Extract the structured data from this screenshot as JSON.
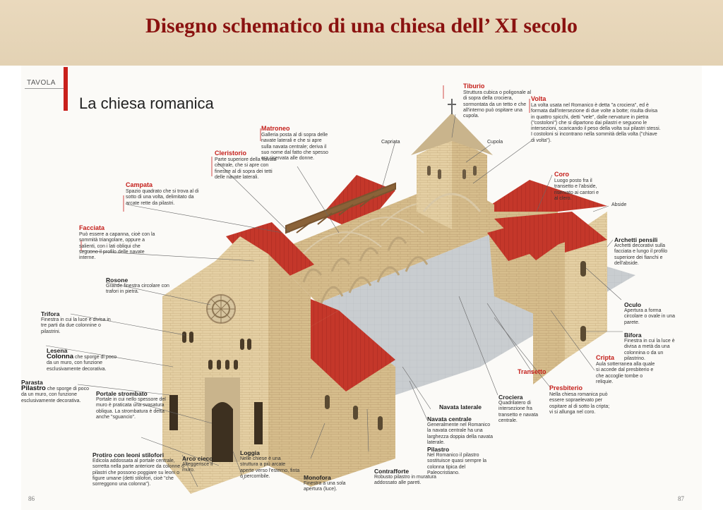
{
  "banner": {
    "title": "Disegno schematico di una chiesa dell’ XI secolo"
  },
  "plate": {
    "tavola": "TAVOLA",
    "title": "La chiesa romanica",
    "page_left": "86",
    "page_right": "87"
  },
  "labels": {
    "tiburio": {
      "title": "Tiburio",
      "text": "Struttura cubica o poligonale al di sopra della crociera, sormontata da un tetto e che all'interno può ospitare una cupola."
    },
    "volta": {
      "title": "Volta",
      "text": "La volta usata nel Romanico è detta \"a crociera\", ed è formata dall'intersezione di due volte a botte; risulta divisa in quattro spicchi, detti \"vele\", dalle nervature in pietra (\"costoloni\") che si dipartono dai pilastri e seguono le intersezioni, scaricando il peso della volta sui pilastri stessi. I costoloni si incontrano nella sommità della volta (\"chiave di volta\")."
    },
    "matroneo": {
      "title": "Matroneo",
      "text": "Galleria posta al di sopra delle navate laterali e che si apre sulla navata centrale; deriva il suo nome dal fatto che spesso era riservata alle donne."
    },
    "capriata": {
      "title": "Capriata"
    },
    "cupola": {
      "title": "Cupola"
    },
    "cleristorio": {
      "title": "Cleristorio",
      "text": "Parte superiore della navata centrale, che si apre con finestre al di sopra dei tetti delle navate laterali."
    },
    "campata": {
      "title": "Campata",
      "text": "Spazio quadrato che si trova al di sotto di una volta, delimitato da arcate rette da pilastri."
    },
    "coro": {
      "title": "Coro",
      "text": "Luogo posto fra il transetto e l'abside, riservato ai cantori e al clero."
    },
    "abside": {
      "title": "Abside"
    },
    "facciata": {
      "title": "Facciata",
      "text": "Può essere a capanna, cioè con la sommità triangolare, oppure a salienti, con i lati obliqui che seguono il profilo delle navate interne."
    },
    "archetti": {
      "title": "Archetti pensili",
      "text": "Archetti decorativi sulla facciata e lungo il profilo superiore dei fianchi e dell'abside."
    },
    "rosone": {
      "title": "Rosone",
      "text": "Grande finestra circolare con trafori in pietra."
    },
    "oculo": {
      "title": "Oculo",
      "text": "Apertura a forma circolare o ovale in una parete."
    },
    "trifora": {
      "title": "Trifora",
      "text": "Finestra in cui la luce è divisa in tre parti da due colonnine o pilastrini."
    },
    "bifora": {
      "title": "Bifora",
      "text": "Finestra in cui la luce è divisa a metà da una colonnina o da un pilastrino."
    },
    "lesena": {
      "title_small": "Lesena",
      "title": "Colonna",
      "text": "che sporge di poco da un muro, con funzione esclusivamente decorativa."
    },
    "parasta": {
      "title_small": "Parasta",
      "title": "Pilastro",
      "text": "che sporge di poco da un muro, con funzione esclusivamente decorativa."
    },
    "cripta": {
      "title": "Cripta",
      "text": "Aula sotterranea alla quale si accede dal presbiterio e che accoglie tombe o reliquie."
    },
    "transetto": {
      "title": "Transetto"
    },
    "presbiterio": {
      "title": "Presbiterio",
      "text": "Nella chiesa romanica può essere sopraelevato per ospitare al di sotto la cripta; vi si allunga nel coro."
    },
    "crociera": {
      "title": "Crociera",
      "text": "Quadrilatero di intersezione fra transetto e navata centrale."
    },
    "portale": {
      "title": "Portale strombato",
      "text": "Portale in cui nello spessore del muro è praticata una svasatura obliqua. La strombatura è detta anche \"sguancio\"."
    },
    "navata_laterale": {
      "title": "Navata laterale"
    },
    "navata_centrale": {
      "title": "Navata centrale",
      "text": "Generalmente nel Romanico la navata centrale ha una larghezza doppia della navata laterale."
    },
    "pilastro": {
      "title": "Pilastro",
      "text": "Nel Romanico il pilastro sostituisce quasi sempre la colonna tipica del Paleocristiano."
    },
    "protiro": {
      "title": "Protiro con leoni stilofori",
      "text": "Edicola addossata al portale centrale, sorretta nella parte anteriore da colonne o pilastri che possono poggiare su leoni o figure umane (detti stilofori, cioè \"che sorreggono una colonna\")."
    },
    "arco_cieco": {
      "title": "Arco cieco",
      "text": "Alleggerisce il muro."
    },
    "loggia": {
      "title": "Loggia",
      "text": "Nelle chiese è una struttura a più arcate aperte verso l'esterno, finta o percorribile."
    },
    "contrafforte": {
      "title": "Contrafforte",
      "text": "Robusto pilastro in muratura addossato alle pareti."
    },
    "monofora": {
      "title": "Monofora",
      "text": "Finestra a una sola apertura (luce)."
    }
  },
  "colors": {
    "banner_bg": "#e6d8bc",
    "banner_title": "#8a1210",
    "accent_red": "#c9201c",
    "roof": "#c4372a",
    "stone": "#e3cfa4"
  }
}
